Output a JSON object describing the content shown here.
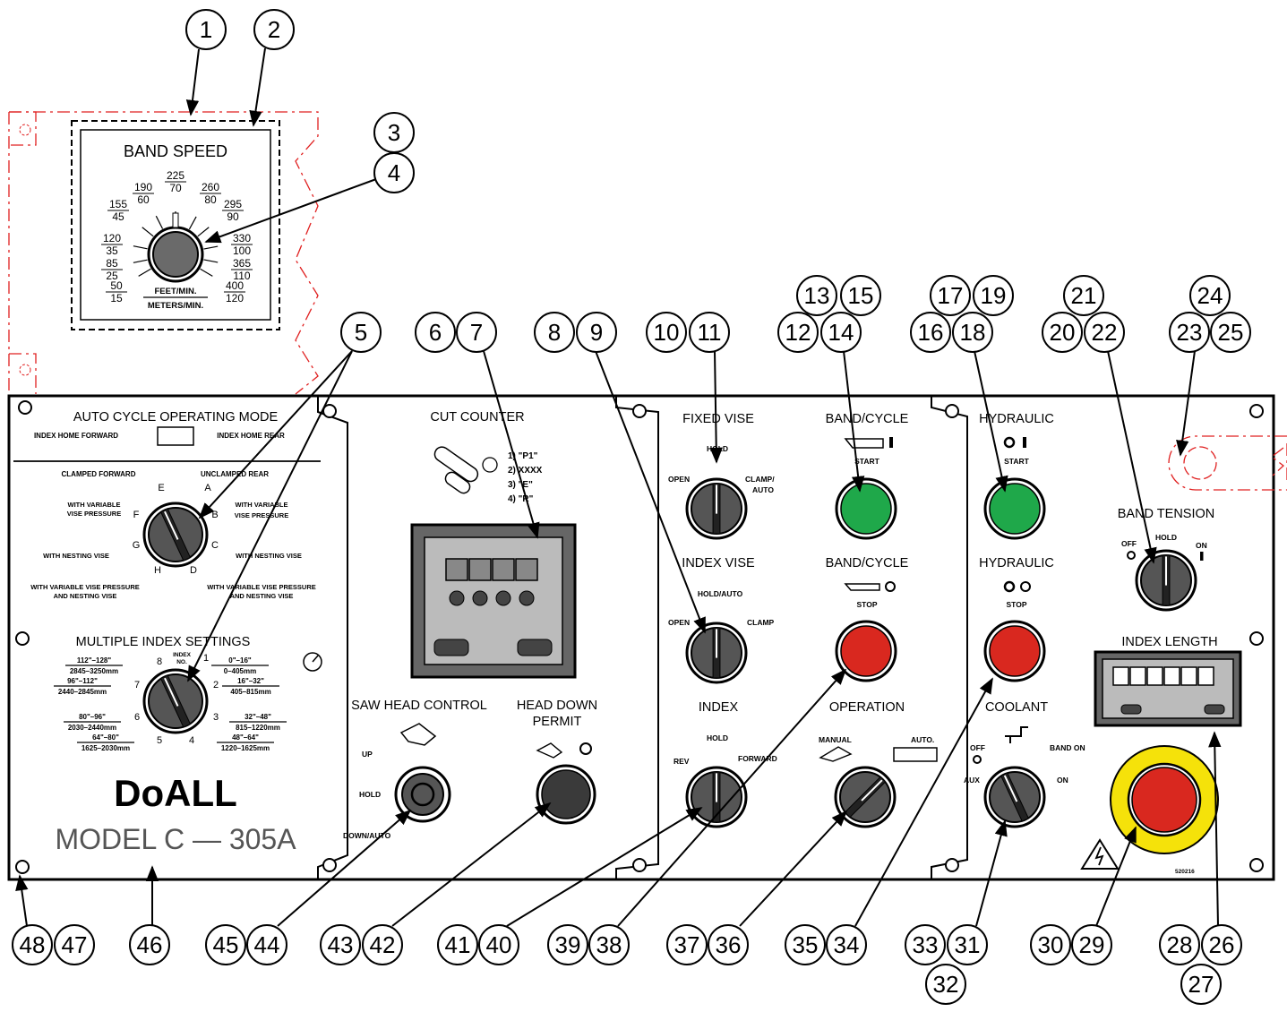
{
  "callouts": [
    "1",
    "2",
    "3",
    "4",
    "5",
    "6",
    "7",
    "8",
    "9",
    "10",
    "11",
    "12",
    "13",
    "14",
    "15",
    "16",
    "17",
    "18",
    "19",
    "20",
    "21",
    "22",
    "23",
    "24",
    "25",
    "26",
    "27",
    "28",
    "29",
    "30",
    "31",
    "32",
    "33",
    "34",
    "35",
    "36",
    "37",
    "38",
    "39",
    "40",
    "41",
    "42",
    "43",
    "44",
    "45",
    "46",
    "47",
    "48"
  ],
  "band_speed": {
    "title": "BAND SPEED",
    "unit_feet": "FEET/MIN.",
    "unit_meters": "METERS/MIN.",
    "scale": [
      {
        "fpm": "50",
        "mpm": "15"
      },
      {
        "fpm": "85",
        "mpm": "25"
      },
      {
        "fpm": "120",
        "mpm": "35"
      },
      {
        "fpm": "155",
        "mpm": "45"
      },
      {
        "fpm": "190",
        "mpm": "60"
      },
      {
        "fpm": "225",
        "mpm": "70"
      },
      {
        "fpm": "260",
        "mpm": "80"
      },
      {
        "fpm": "295",
        "mpm": "90"
      },
      {
        "fpm": "330",
        "mpm": "100"
      },
      {
        "fpm": "365",
        "mpm": "110"
      },
      {
        "fpm": "400",
        "mpm": "120"
      }
    ]
  },
  "auto_cycle": {
    "title": "AUTO CYCLE OPERATING MODE",
    "index_home_forward": "INDEX HOME FORWARD",
    "index_home_rear": "INDEX HOME REAR",
    "clamped_forward": "CLAMPED FORWARD",
    "unclamped_rear": "UNCLAMPED REAR",
    "with_variable_1": "WITH VARIABLE",
    "vise_pressure_1": "VISE PRESSURE",
    "with_variable_2": "WITH VARIABLE",
    "vise_pressure_2": "VISE PRESSURE",
    "nesting_left": "WITH NESTING VISE",
    "nesting_right": "WITH NESTING VISE",
    "combo_left_1": "WITH VARIABLE VISE PRESSURE",
    "combo_left_2": "AND NESTING VISE",
    "combo_right_1": "WITH VARIABLE VISE PRESSURE",
    "combo_right_2": "AND NESTING VISE",
    "positions": [
      "A",
      "B",
      "C",
      "D",
      "E",
      "F",
      "G",
      "H"
    ]
  },
  "multi_index": {
    "title": "MULTIPLE INDEX SETTINGS",
    "index_no_1": "INDEX",
    "index_no_2": "NO.",
    "positions": [
      "1",
      "2",
      "3",
      "4",
      "5",
      "6",
      "7",
      "8"
    ],
    "r1a": "0\"–16\"",
    "r1b": "0–405mm",
    "r2a": "16\"–32\"",
    "r2b": "405–815mm",
    "r3a": "32\"–48\"",
    "r3b": "815–1220mm",
    "r4a": "48\"–64\"",
    "r4b": "1220–1625mm",
    "r5a": "64\"–80\"",
    "r5b": "1625–2030mm",
    "r6a": "80\"–96\"",
    "r6b": "2030–2440mm",
    "r7a": "96\"–112\"",
    "r7b": "2440–2845mm",
    "r8a": "112\"–128\"",
    "r8b": "2845–3250mm"
  },
  "brand": "DoALL",
  "model": "MODEL C — 305A",
  "cut_counter": {
    "title": "CUT COUNTER",
    "steps": [
      "1)  \"P1\"",
      "2)  XXXX",
      "3)  \"E\"",
      "4)  \"R\""
    ]
  },
  "saw_head": {
    "title": "SAW HEAD CONTROL",
    "up": "UP",
    "hold": "HOLD",
    "down": "DOWN/AUTO"
  },
  "head_down": {
    "title_1": "HEAD DOWN",
    "title_2": "PERMIT"
  },
  "fixed_vise": {
    "title": "FIXED VISE",
    "hold": "HOLD",
    "open": "OPEN",
    "clamp_1": "CLAMP/",
    "clamp_2": "AUTO"
  },
  "index_vise": {
    "title": "INDEX VISE",
    "hold": "HOLD/AUTO",
    "open": "OPEN",
    "clamp": "CLAMP"
  },
  "index": {
    "title": "INDEX",
    "hold": "HOLD",
    "rev": "REV",
    "forward": "FORWARD"
  },
  "band_cycle_start": {
    "title": "BAND/CYCLE",
    "action": "START"
  },
  "band_cycle_stop": {
    "title": "BAND/CYCLE",
    "action": "STOP"
  },
  "hydraulic_start": {
    "title": "HYDRAULIC",
    "action": "START"
  },
  "hydraulic_stop": {
    "title": "HYDRAULIC",
    "action": "STOP"
  },
  "operation": {
    "title": "OPERATION",
    "manual": "MANUAL",
    "auto": "AUTO."
  },
  "coolant": {
    "title": "COOLANT",
    "off": "OFF",
    "aux": "AUX",
    "band_on": "BAND ON",
    "on": "ON"
  },
  "band_tension": {
    "title": "BAND TENSION",
    "off": "OFF",
    "hold": "HOLD",
    "on": "ON"
  },
  "index_length": {
    "title": "INDEX LENGTH"
  },
  "part_number": "520216",
  "colors": {
    "green": "#1fa84a",
    "red": "#d9281f",
    "yellow": "#f5e20a",
    "knob": "#555555",
    "dash_red": "#e02020"
  }
}
